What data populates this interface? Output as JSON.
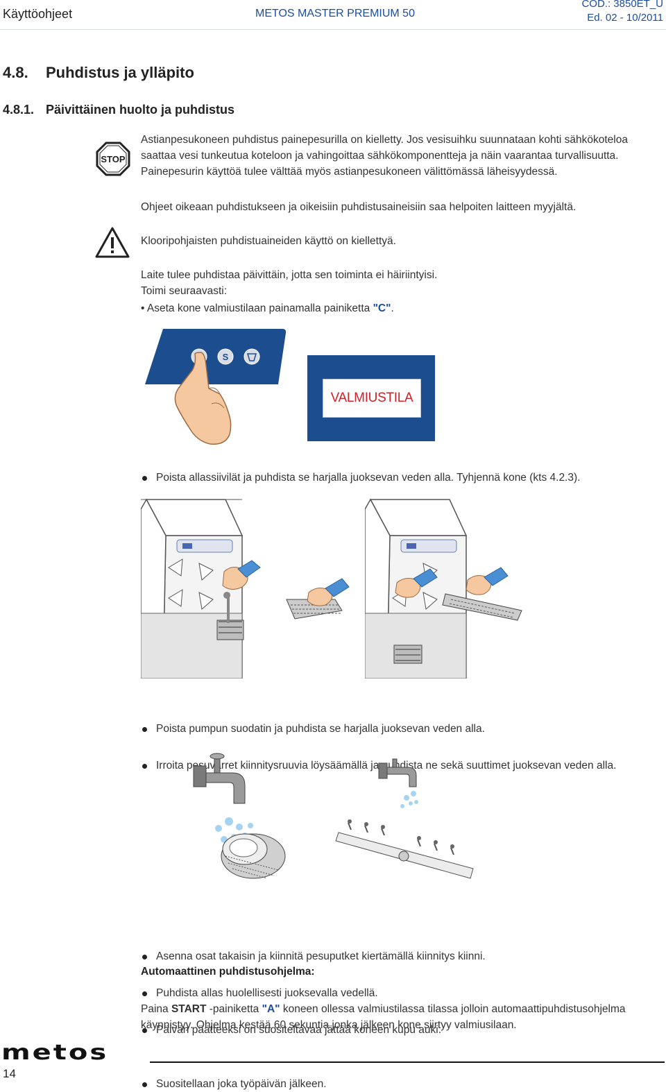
{
  "header": {
    "left": "Käyttöohjeet",
    "center": "METOS MASTER PREMIUM 50",
    "code": "COD.: 3850ET_U",
    "edition": "Ed. 02 - 10/2011"
  },
  "section": {
    "num": "4.8.",
    "title": "Puhdistus ja ylläpito",
    "sub_num": "4.8.1.",
    "sub_title": "Päivittäinen huolto ja puhdistus"
  },
  "icons": {
    "stop_text": "STOP"
  },
  "warning": {
    "line1": "Astianpesukoneen puhdistus painepesurilla on kielletty. Jos vesisuihku suunnataan kohti sähkökoteloa",
    "line2": "saattaa vesi tunkeutua koteloon ja vahingoittaa sähkökomponentteja ja näin vaarantaa turvallisuutta.",
    "line3": "Painepesurin käyttöä tulee välttää myös astianpesukoneen välittömässä läheisyydessä."
  },
  "notes": {
    "n1": "Ohjeet oikeaan puhdistukseen ja oikeisiin puhdistusaineisiin saa helpoiten laitteen myyjältä.",
    "n2": "Klooripohjaisten puhdistuaineiden käyttö on kiellettyä.",
    "n3": "Laite tulee puhdistaa päivittäin, jotta sen toiminta ei häiriintyisi.",
    "n4": "Toimi seuraavasti:",
    "n5_prefix": "• Aseta kone valmiustilaan painamalla painiketta ",
    "n5_key": "\"C\"",
    "n5_suffix": "."
  },
  "display": {
    "text": "VALMIUSTILA"
  },
  "steps": {
    "s1": "Poista allassiivilät ja puhdista se harjalla juoksevan veden alla. Tyhjennä kone (kts 4.2.3).",
    "s2": "Poista pumpun suodatin ja puhdista se harjalla juoksevan veden alla.",
    "s3": "Irroita pesuvarret kiinnitysruuvia löysäämällä ja puhdista ne sekä suuttimet juoksevan veden alla.",
    "s4": "Asenna osat takaisin ja kiinnitä pesuputket kiertämällä kiinnitys kiinni.",
    "s5": "Puhdista allas huolellisesti juoksevalla vedellä.",
    "s6": "Päivän päätteeksi on suositeltavaa jättää koneen kupu auki."
  },
  "auto": {
    "title": "Automaattinen puhdistusohjelma:",
    "b1": "Suositellaan joka työpäivän jälkeen.",
    "p1_a": "Paina ",
    "p1_start": "START",
    "p1_b": " -painiketta ",
    "p1_key": "\"A\"",
    "p1_c": " koneen ollessa valmiustilassa tilassa jolloin automaattipuhdistusohjelma",
    "p2": "käynnistyy. Ohjelma kestää 60 sekuntia jonka jälkeen kone siirtyy valmiusilaan."
  },
  "footer": {
    "logo": "metos",
    "page": "14"
  }
}
